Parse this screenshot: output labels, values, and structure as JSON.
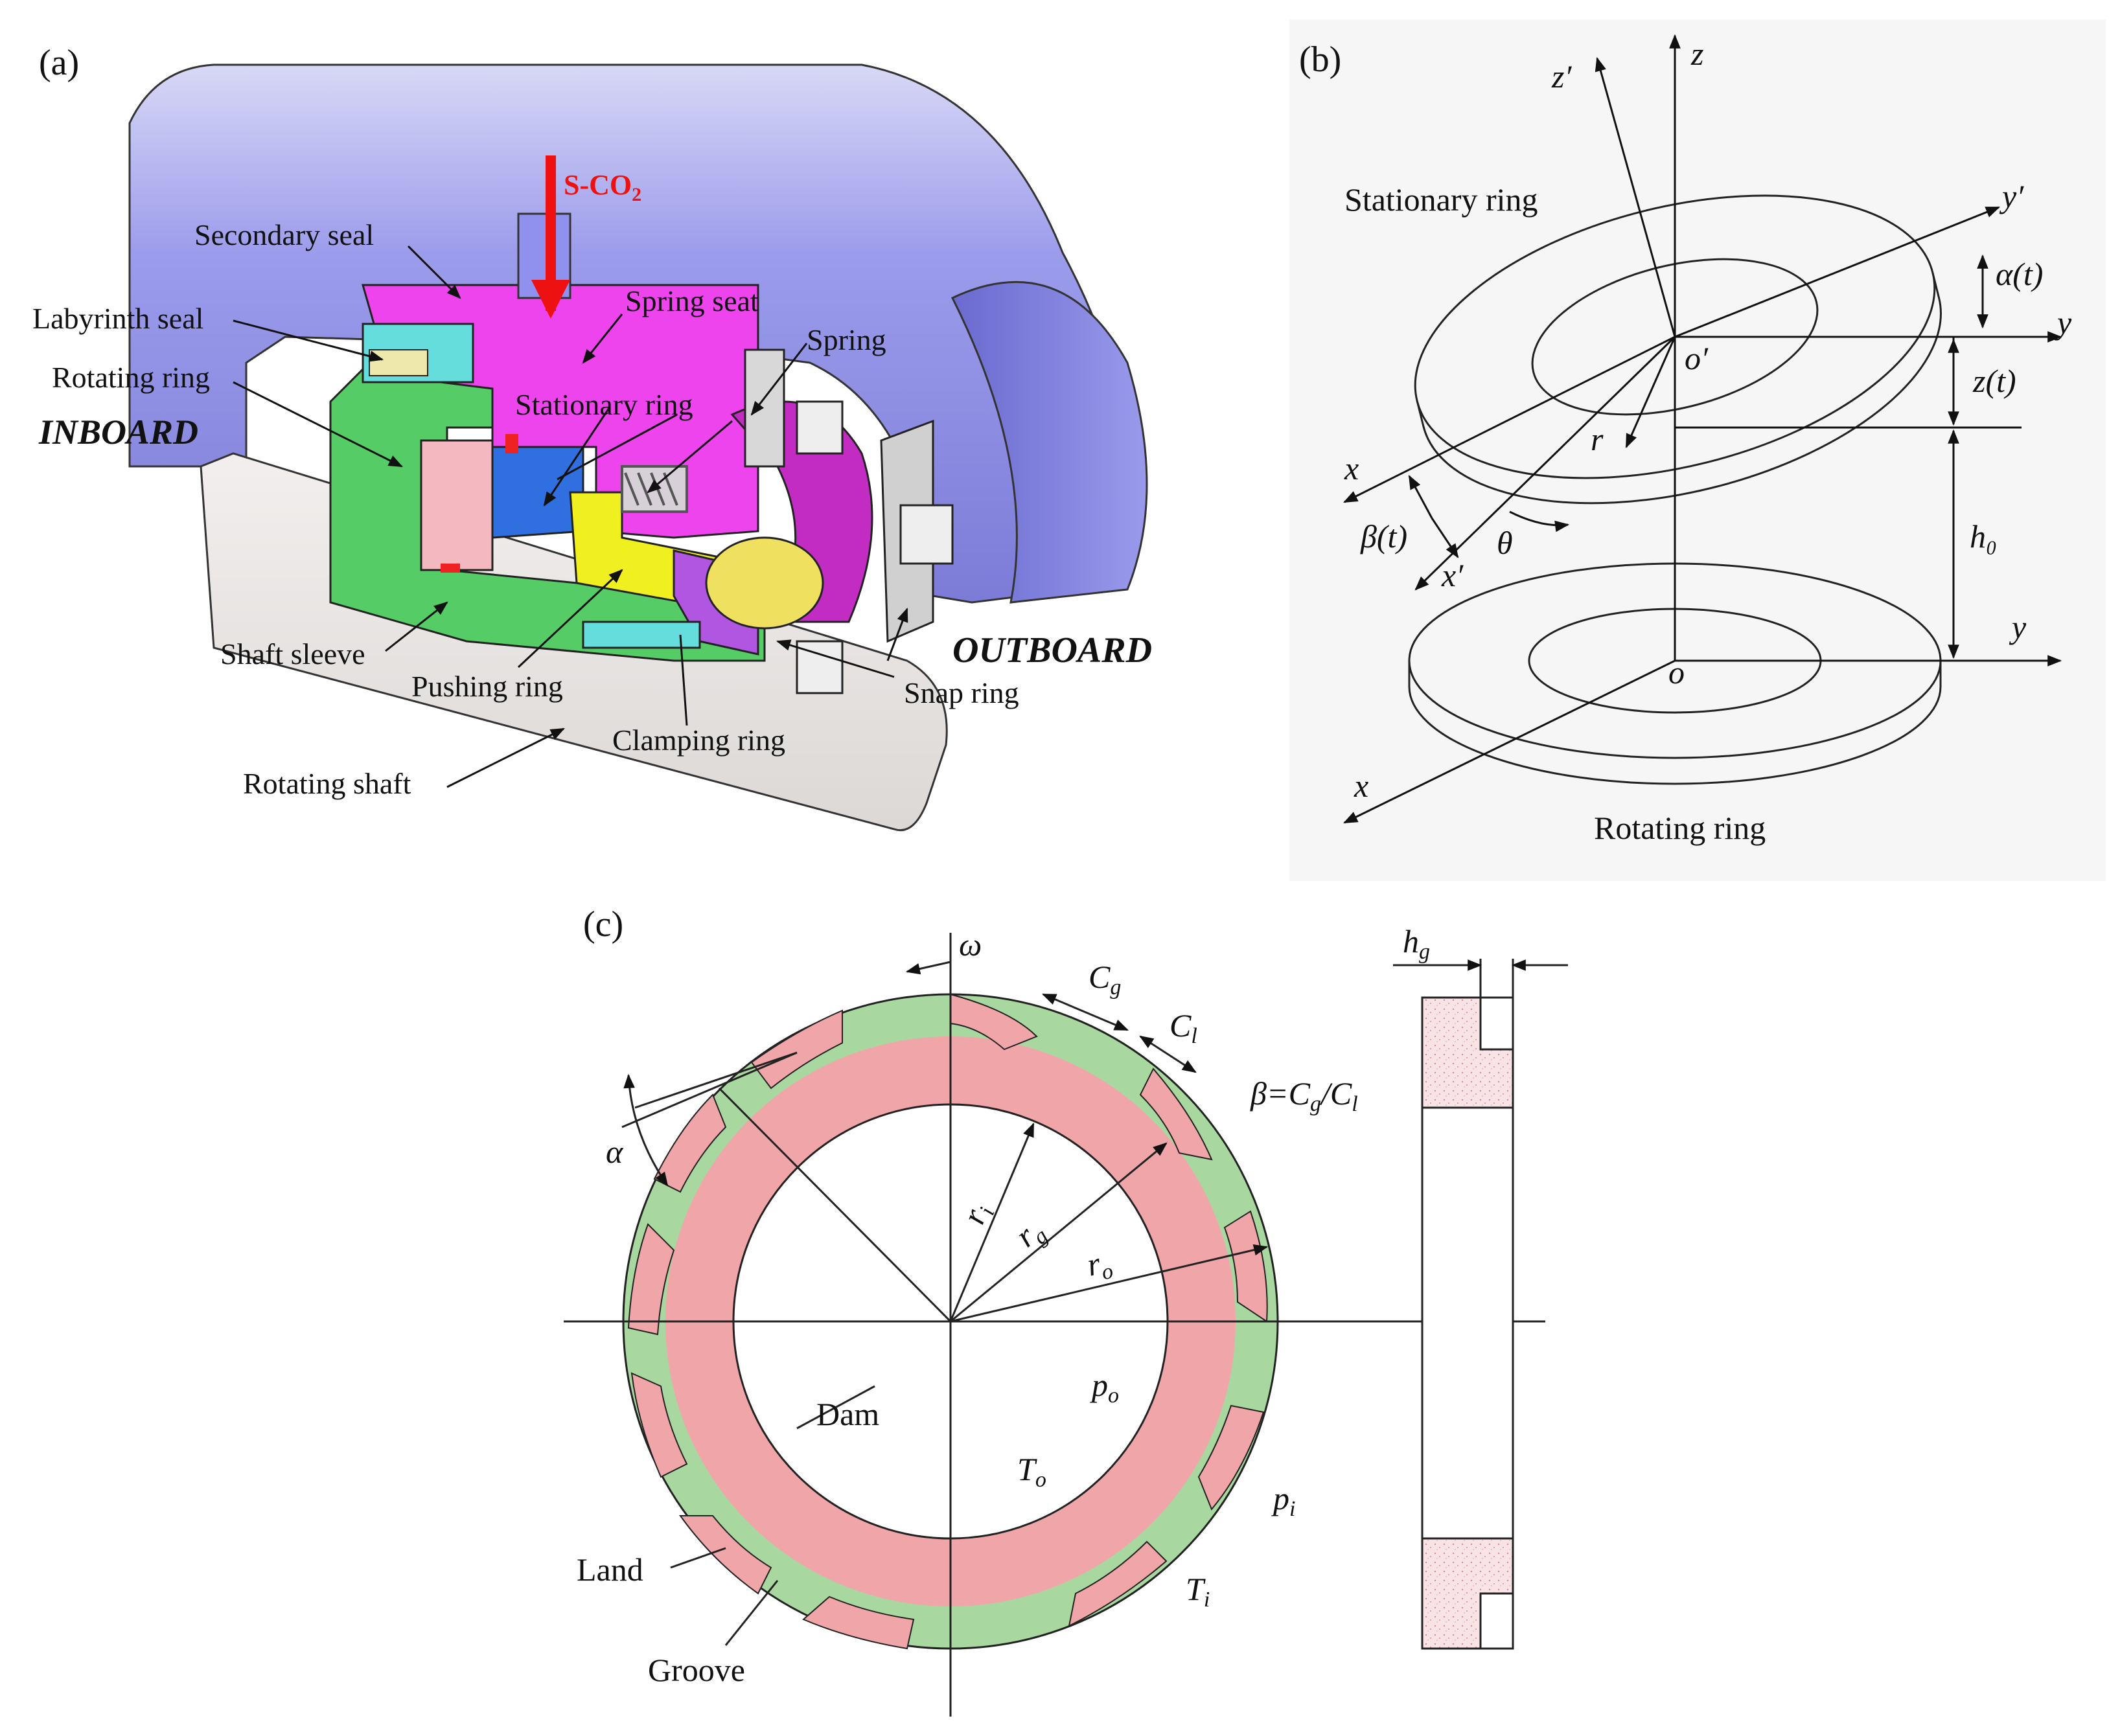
{
  "panel_a": {
    "tag": "(a)",
    "flow_label": "S-CO",
    "flow_sub": "2",
    "labels": {
      "secondary_seal": "Secondary seal",
      "labyrinth_seal": "Labyrinth seal",
      "rotating_ring": "Rotating ring",
      "inboard": "INBOARD",
      "spring_seat": "Spring seat",
      "spring": "Spring",
      "stationary_ring": "Stationary ring",
      "shaft_sleeve": "Shaft sleeve",
      "pushing_ring": "Pushing ring",
      "clamping_ring": "Clamping ring",
      "rotating_shaft": "Rotating shaft",
      "snap_ring": "Snap ring",
      "outboard": "OUTBOARD"
    },
    "colors": {
      "housing": "#8b8be8",
      "shaft": "#e8e4e2",
      "spring_seat": "#ee44ee",
      "shaft_sleeve": "#55cc66",
      "rotating_ring": "#f4b8c0",
      "stationary_ring": "#2f6fe0",
      "pushing_ring": "#f0f020",
      "clamping_ring": "#b056e0",
      "flow_arrow": "#ee1111"
    }
  },
  "panel_b": {
    "tag": "(b)",
    "stationary_ring": "Stationary ring",
    "rotating_ring": "Rotating ring",
    "axes": {
      "z": "z",
      "z_prime": "z′",
      "y_prime": "y′",
      "y_upper": "y",
      "y_lower": "y",
      "x_upper": "x",
      "x_prime": "x′",
      "x_lower": "x",
      "o_prime": "o′",
      "o": "o"
    },
    "symbols": {
      "alpha_t": "α(t)",
      "z_t": "z(t)",
      "h0": "h₀",
      "beta_t": "β(t)",
      "theta": "θ",
      "r": "r"
    }
  },
  "panel_c": {
    "tag": "(c)",
    "omega": "ω",
    "Cg": "C",
    "Cg_sub": "g",
    "Cl": "C",
    "Cl_sub": "l",
    "beta_eq": "β=C",
    "beta_eq_sub1": "g",
    "beta_eq_mid": "/C",
    "beta_eq_sub2": "l",
    "alpha": "α",
    "ri": "r",
    "ri_sub": "i",
    "rg": "r",
    "rg_sub": "g",
    "ro": "r",
    "ro_sub": "o",
    "po": "p",
    "po_sub": "o",
    "To": "T",
    "To_sub": "o",
    "pi": "p",
    "pi_sub": "i",
    "Ti": "T",
    "Ti_sub": "i",
    "dam": "Dam",
    "land": "Land",
    "groove": "Groove",
    "hg": "h",
    "hg_sub": "g",
    "colors": {
      "dam": "#f0a6a8",
      "groove": "#a8d8a0",
      "section_fill": "#f6dede"
    }
  }
}
